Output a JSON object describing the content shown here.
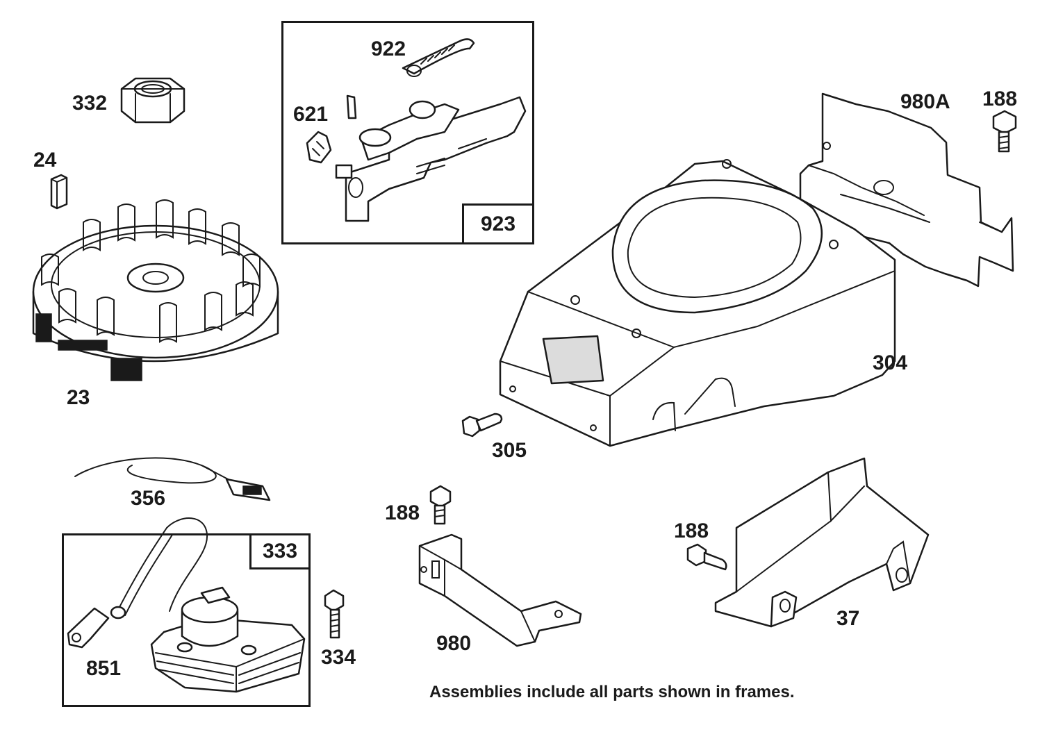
{
  "diagram": {
    "parts": {
      "p923": "923",
      "p922": "922",
      "p621": "621",
      "p332": "332",
      "p24": "24",
      "p23": "23",
      "p980A": "980A",
      "p188_top": "188",
      "p304": "304",
      "p305": "305",
      "p356": "356",
      "p333": "333",
      "p851": "851",
      "p334": "334",
      "p188_mid": "188",
      "p980": "980",
      "p188_right": "188",
      "p37": "37"
    },
    "footnote": "Assemblies include all parts shown in frames.",
    "colors": {
      "ink": "#1a1a1a",
      "paper": "#ffffff"
    }
  }
}
